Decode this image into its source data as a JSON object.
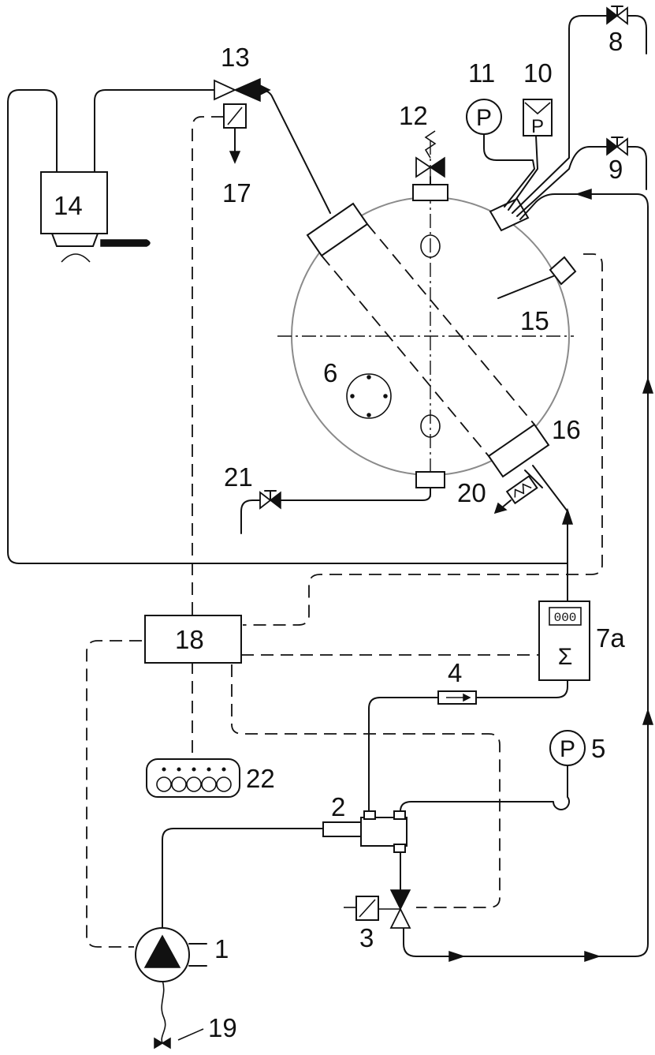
{
  "labels": {
    "l1": "1",
    "l2": "2",
    "l3": "3",
    "l4": "4",
    "l5": "5",
    "l6": "6",
    "l7a": "7a",
    "l8": "8",
    "l9": "9",
    "l10": "10",
    "l11": "11",
    "l12": "12",
    "l13": "13",
    "l14": "14",
    "l15": "15",
    "l16": "16",
    "l17": "17",
    "l18": "18",
    "l19": "19",
    "l20": "20",
    "l21": "21",
    "l22": "22"
  },
  "symbols": {
    "gauge_p": "P",
    "pressostat_p": "P",
    "gauge5_p": "P",
    "counter_digits": "000",
    "sum_sign": "Σ"
  }
}
